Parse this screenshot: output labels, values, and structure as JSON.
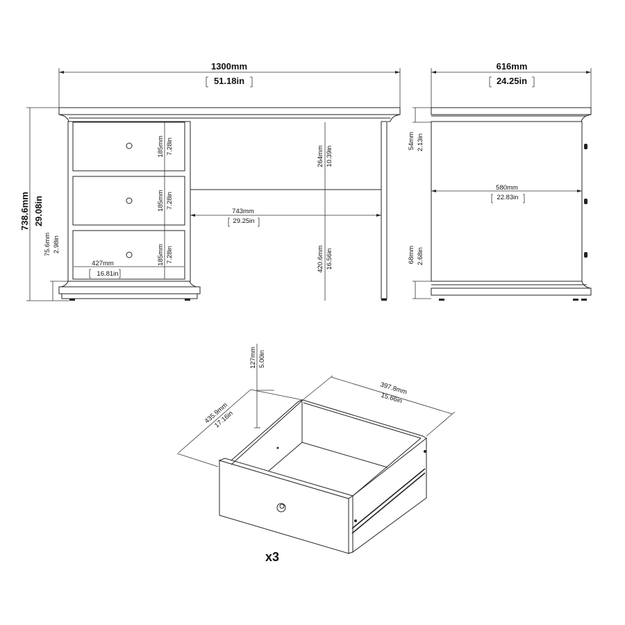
{
  "front_view": {
    "width": {
      "mm": "1300mm",
      "in": "51.18in"
    },
    "height": {
      "mm": "738.6mm",
      "in": "29.08in"
    },
    "drawer_heights": [
      {
        "mm": "185mm",
        "in": "7.28in"
      },
      {
        "mm": "185mm",
        "in": "7.28in"
      },
      {
        "mm": "185mm",
        "in": "7.28in"
      }
    ],
    "plinth_height": {
      "mm": "75.6mm",
      "in": "2.98in"
    },
    "drawer_width": {
      "mm": "427mm",
      "in": "16.81in"
    },
    "apron_height": {
      "mm": "264mm",
      "in": "10.39in"
    },
    "knee_space_width": {
      "mm": "743mm",
      "in": "29.25in"
    },
    "knee_space_height": {
      "mm": "420.6mm",
      "in": "16.56in"
    }
  },
  "side_view": {
    "depth": {
      "mm": "616mm",
      "in": "24.25in"
    },
    "inner_depth": {
      "mm": "580mm",
      "in": "22.83in"
    },
    "top_thickness": {
      "mm": "54mm",
      "in": "2.13in"
    },
    "base_height": {
      "mm": "68mm",
      "in": "2.68in"
    }
  },
  "drawer_detail": {
    "height": {
      "mm": "127mm",
      "in": "5.00in"
    },
    "width": {
      "mm": "397.8mm",
      "in": "15.66in"
    },
    "depth": {
      "mm": "435.9mm",
      "in": "17.16in"
    },
    "quantity": "x3"
  }
}
